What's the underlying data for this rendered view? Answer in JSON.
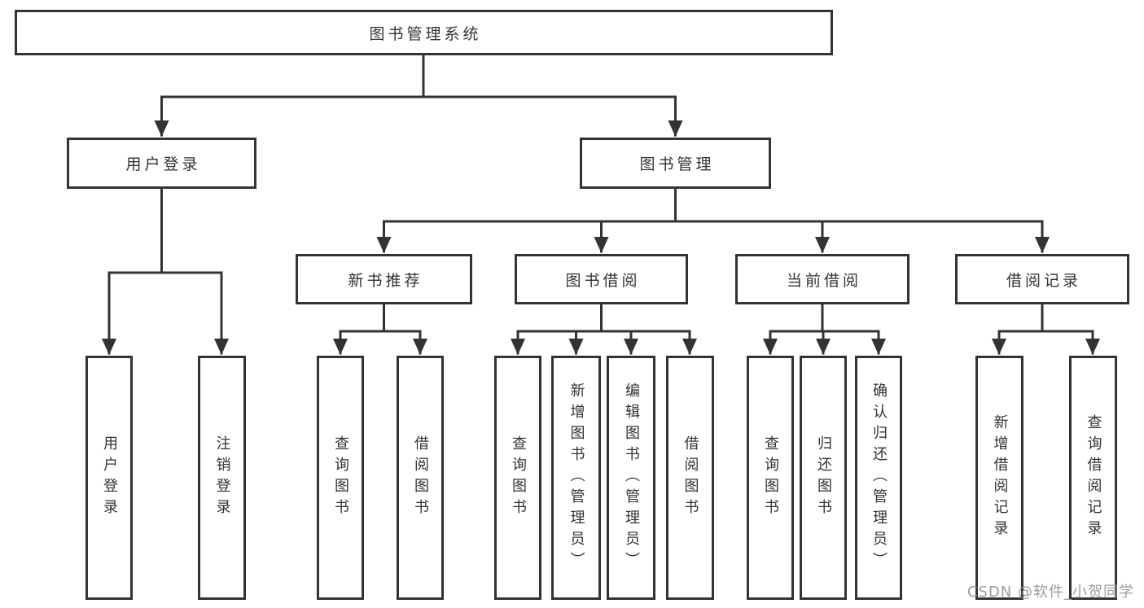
{
  "colors": {
    "line": "#333333",
    "box_border": "#333333",
    "box_background": "#ffffff",
    "text": "#333333",
    "watermark": "#9c9c9c"
  },
  "diagram": {
    "root": {
      "label": "图书管理系统"
    },
    "branches": [
      {
        "label": "用户登录",
        "children": [
          {
            "label": "用户登录"
          },
          {
            "label": "注销登录"
          }
        ]
      },
      {
        "label": "图书管理",
        "children": [
          {
            "label": "新书推荐",
            "children": [
              {
                "label": "查询图书"
              },
              {
                "label": "借阅图书"
              }
            ]
          },
          {
            "label": "图书借阅",
            "children": [
              {
                "label": "查询图书"
              },
              {
                "label": "新增图书（管理员）"
              },
              {
                "label": "编辑图书（管理员）"
              },
              {
                "label": "借阅图书"
              }
            ]
          },
          {
            "label": "当前借阅",
            "children": [
              {
                "label": "查询图书"
              },
              {
                "label": "归还图书"
              },
              {
                "label": "确认归还（管理员）"
              }
            ]
          },
          {
            "label": "借阅记录",
            "children": [
              {
                "label": "新增借阅记录"
              },
              {
                "label": "查询借阅记录"
              }
            ]
          }
        ]
      }
    ]
  },
  "watermark": {
    "text": "CSDN @软件_小贺同学"
  }
}
